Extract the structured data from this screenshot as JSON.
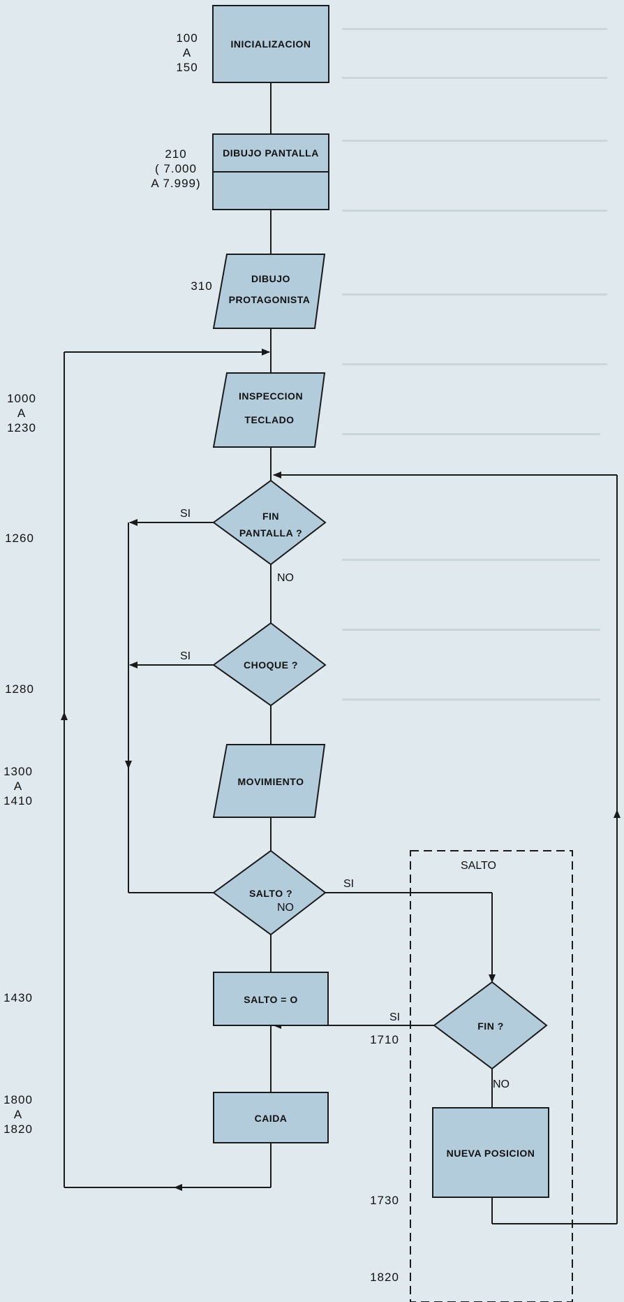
{
  "nodes": {
    "inicializacion": "INICIALIZACION",
    "dibujo_pantalla": "DIBUJO PANTALLA",
    "dibujo_protagonista": [
      "DIBUJO",
      "PROTAGONISTA"
    ],
    "inspeccion_teclado": [
      "INSPECCION",
      "TECLADO"
    ],
    "fin_pantalla": [
      "FIN",
      "PANTALLA ?"
    ],
    "choque": "CHOQUE ?",
    "movimiento": "MOVIMIENTO",
    "salto_decision": "SALTO ?",
    "salto_cero": "SALTO = O",
    "caida": "CAIDA",
    "fin_salto": "FIN ?",
    "nueva_posicion": "NUEVA POSICION"
  },
  "line_numbers": {
    "n100": [
      "100",
      "A",
      "150"
    ],
    "n210": [
      "210",
      "( 7.000",
      "A 7.999)"
    ],
    "n310": "310",
    "n1000": [
      "1000",
      "A",
      "1230"
    ],
    "n1260": "1260",
    "n1280": "1280",
    "n1300": [
      "1300",
      "A",
      "1410"
    ],
    "n1430": "1430",
    "n1800": [
      "1800",
      "A",
      "1820"
    ],
    "n1710": "1710",
    "n1730": "1730",
    "n1820": "1820"
  },
  "branch_labels": {
    "si_fin_pantalla": "SI",
    "no_fin_pantalla": "NO",
    "si_choque": "SI",
    "si_salto": "SI",
    "no_salto": "NO",
    "si_fin": "SI",
    "no_fin": "NO"
  },
  "subroutine_title": "SALTO",
  "colors": {
    "shape_fill": "#b3ccdc",
    "stroke": "#1a1a1a",
    "background": "#dfe9ee"
  }
}
